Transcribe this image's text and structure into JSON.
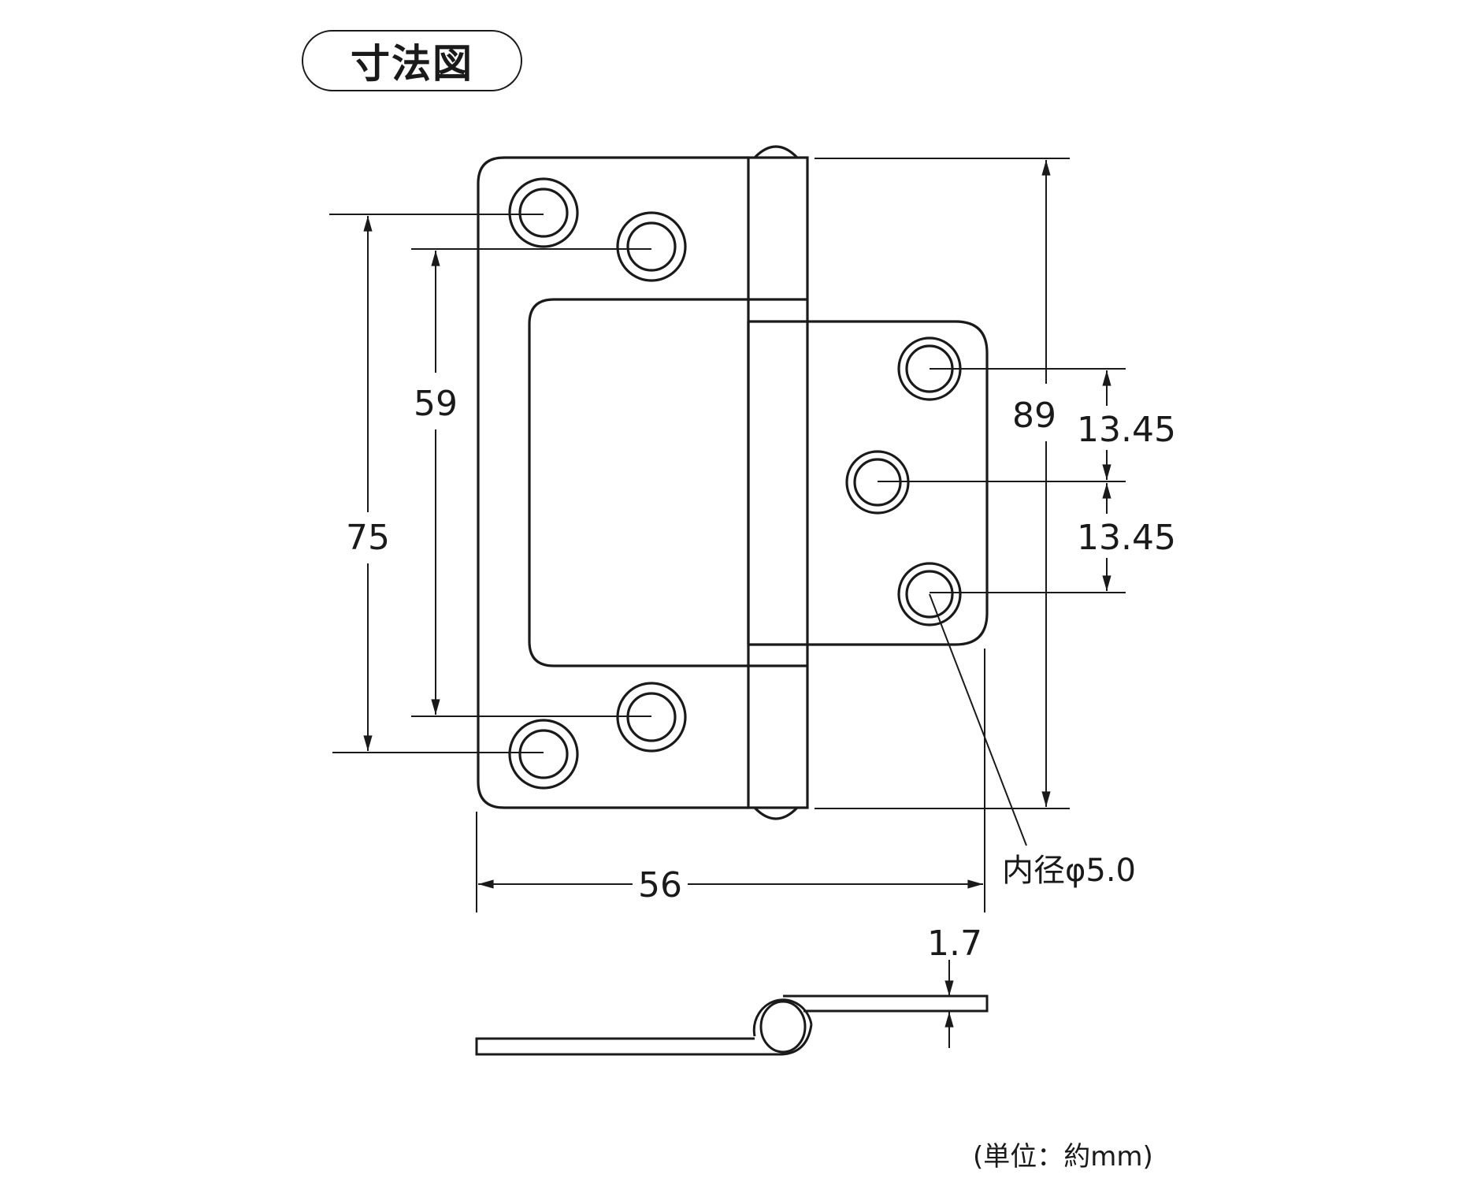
{
  "title": "寸法図",
  "unit_note": "(単位：約mm)",
  "line_color": "#1a1a1a",
  "dimensions": {
    "overall_height": "89",
    "hole_span_outer": "75",
    "hole_span_inner": "59",
    "right_hole_pitch_upper": "13.45",
    "right_hole_pitch_lower": "13.45",
    "overall_width": "56",
    "thickness": "1.7",
    "hole_inner_diameter": "内径φ5.0"
  },
  "parts": {
    "front_view": "hinge-front-view",
    "side_view": "hinge-side-view"
  }
}
